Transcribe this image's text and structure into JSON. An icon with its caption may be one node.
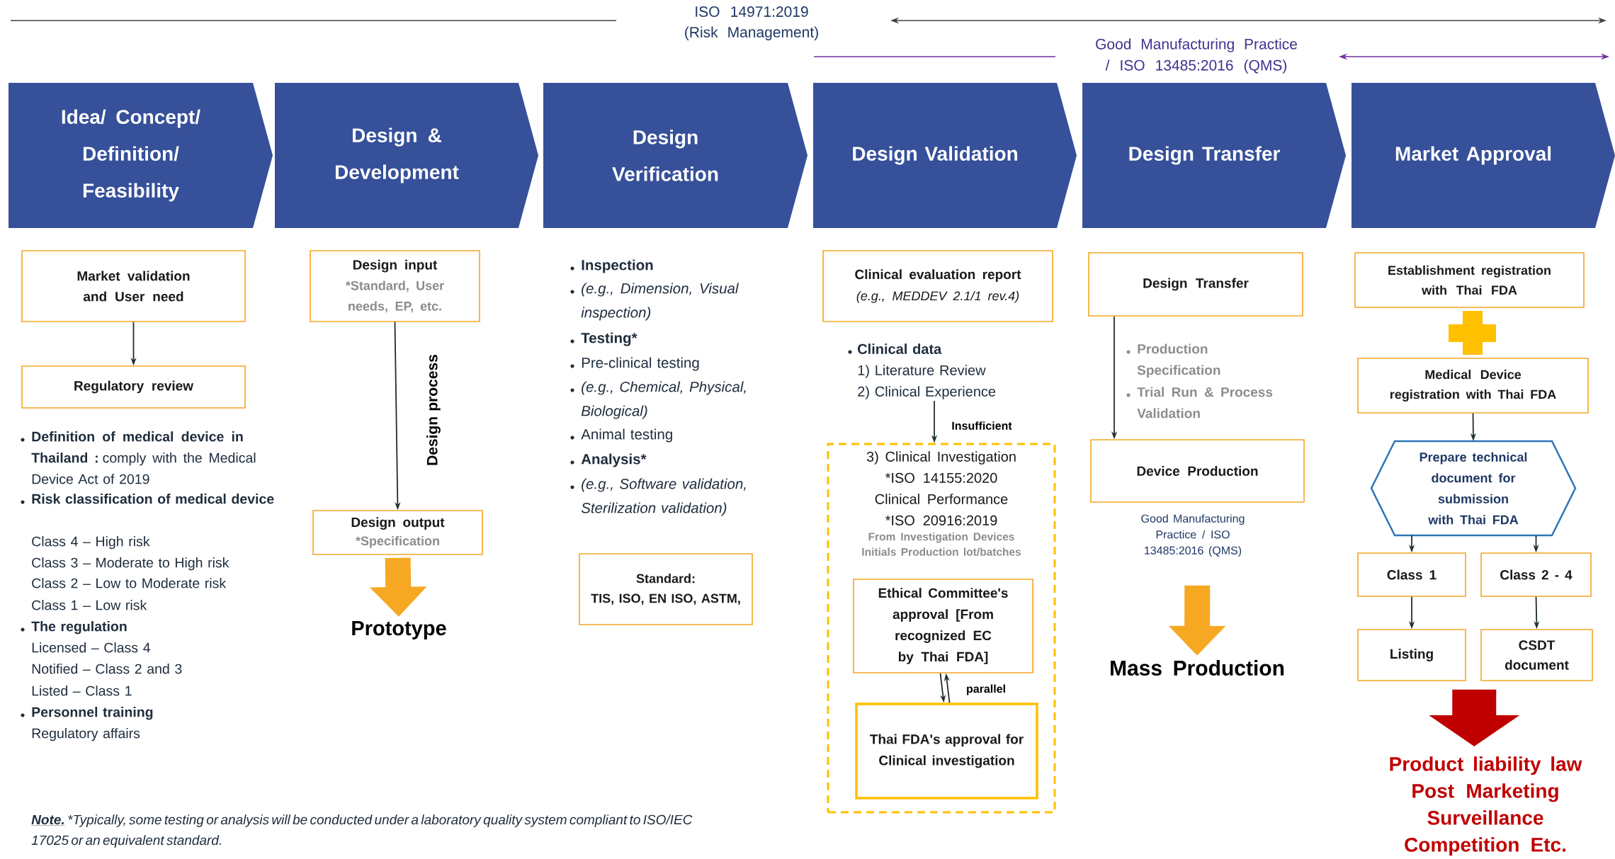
{
  "diagram": {
    "nodes": [
      {
        "text": [
          "Idea/ Concept/ Definition/ Feasibility"
        ]
      },
      {
        "text": [
          "Design & Development"
        ]
      },
      {
        "text": [
          "Design Verification"
        ]
      },
      {
        "text": [
          "Design Validation"
        ]
      },
      {
        "text": [
          "Design Transfer"
        ]
      },
      {
        "text": [
          "Market Approval"
        ]
      },
      {
        "text": [
          "Market validation and User need"
        ]
      },
      {
        "text": [
          "Regulatory review"
        ]
      },
      {
        "text": [
          "Design input",
          "*Standard, User needs, EP, etc."
        ]
      },
      {
        "text": [
          "Design output",
          "*Specification"
        ]
      },
      {
        "text": [
          "Prototype"
        ]
      },
      {
        "text": [
          "Standard:",
          "TIS, ISO, EN ISO, ASTM,"
        ]
      },
      {
        "text": [
          "Clinical evaluation report",
          "(e.g., MEDDEV 2.1/1 rev.4)"
        ]
      },
      {
        "text": [
          "Clinical data",
          "1) Literature Review",
          "2) Clinical Experience"
        ]
      },
      {
        "text": [
          "3) Clinical Investigation",
          "*ISO 14155:2020 Clinical Performance *ISO 20916:2019",
          "From Investigation Devices Initials Production lot/batches"
        ]
      },
      {
        "text": [
          "Ethical Committee's approval [From recognized EC by Thai FDA]"
        ],
        "in": 14
      },
      {
        "text": [
          "Thai FDA's approval for Clinical investigation"
        ],
        "in": 14
      },
      {
        "text": [
          "Design Transfer"
        ]
      },
      {
        "text": [
          "Device Production"
        ],
        "beside": [
          "Good Manufacturing Practice / ISO 13485:2016 (QMS)"
        ]
      },
      {
        "text": [
          "Mass Production"
        ]
      },
      {
        "text": [
          "Establishment registration with Thai FDA"
        ]
      },
      {
        "text": [
          "Medical Device registration with Thai FDA"
        ]
      },
      {
        "text": [
          "Prepare technical document for submission with Thai FDA"
        ]
      },
      {
        "text": [
          "Class 1"
        ]
      },
      {
        "text": [
          "Class 2 - 4"
        ]
      },
      {
        "text": [
          "Listing"
        ]
      },
      {
        "text": [
          "CSDT document"
        ]
      },
      {
        "text": [
          "Product liability law",
          "Post Marketing Surveillance",
          "Competition Etc."
        ]
      }
    ],
    "edges": [
      {
        "from": 6,
        "to": 7,
        "arrow": "to"
      },
      {
        "from": 8,
        "to": 9,
        "arrow": "to",
        "label": "Design process"
      },
      {
        "from": 9,
        "to": 10,
        "arrow": "to",
        "style": "thick",
        "color": "#f7a823"
      },
      {
        "from": 13,
        "to": 14,
        "arrow": "to",
        "label": "Insufficient"
      },
      {
        "from": 15,
        "to": 16,
        "arrow": "to",
        "label": "parallel"
      },
      {
        "from": 16,
        "to": 15,
        "arrow": "to"
      },
      {
        "from": 17,
        "to": 18,
        "arrow": "to"
      },
      {
        "from": 18,
        "to": 19,
        "arrow": "to",
        "style": "thick",
        "color": "#f7a823"
      },
      {
        "from": 21,
        "to": 22,
        "arrow": "to"
      },
      {
        "from": 22,
        "to": 23,
        "arrow": "to"
      },
      {
        "from": 22,
        "to": 24,
        "arrow": "to"
      },
      {
        "from": 23,
        "to": 25,
        "arrow": "to"
      },
      {
        "from": 24,
        "to": 26,
        "arrow": "to"
      },
      {
        "from": 25,
        "to": 27,
        "arrow": "to",
        "style": "thick",
        "color": "#c00000"
      },
      {
        "from": 26,
        "to": 27,
        "arrow": "to",
        "style": "thick",
        "color": "#c00000"
      }
    ],
    "labels": [
      "ISO 14971:2019 (Risk Management)",
      "Good Manufacturing Practice / ISO 13485:2016 (QMS)",
      "**Definition of medical device in Thailand :** comply with the Medical Device Act of 2019",
      "Risk classification of medical device",
      "Class 4 – High risk",
      "Class 3 – Moderate to High risk",
      "Class 2 – Low to Moderate risk",
      "Class 1 – Low risk",
      "The regulation",
      "Licensed – Class 4",
      "Notified – Class 2 and 3",
      "Listed – Class 1",
      "Personnel training",
      "Regulatory affairs",
      "Inspection",
      "(e.g., Dimension, Visual inspection)",
      "Testing*",
      "Pre-clinical testing",
      "(e.g., Chemical, Physical, Biological)",
      "Animal testing",
      "Analysis*",
      "(e.g., Software validation, Sterilization validation)",
      "Production Specification",
      "Trial Run & Process Validation",
      "Note.",
      "*Typically, some testing or analysis will be conducted under a laboratory quality system compliant to ISO/IEC 17025 or an equivalent standard."
    ]
  }
}
